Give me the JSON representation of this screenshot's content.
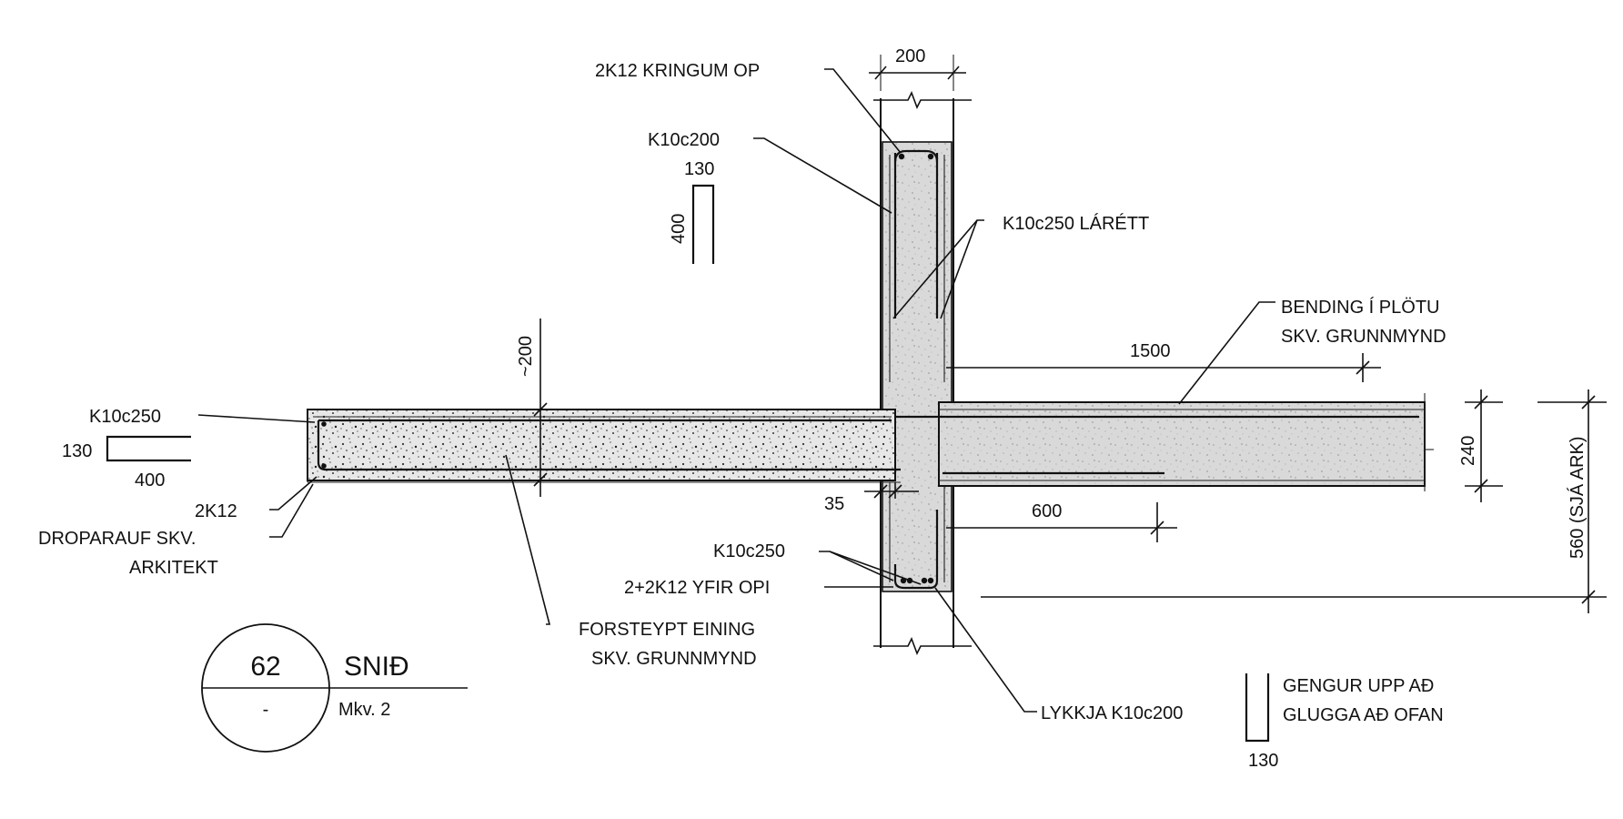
{
  "labels": {
    "kringum_op": "2K12 KRINGUM OP",
    "k10c200_top": "K10c200",
    "dim_130_top": "130",
    "dim_400_vert": "400",
    "larett": "K10c250 LÁRÉTT",
    "bending_1": "BENDING Í PLÖTU",
    "bending_2": "SKV. GRUNNMYND",
    "dim_200_top": "200",
    "dim_200_approx": "~200",
    "dim_1500": "1500",
    "k10c250_left": "K10c250",
    "dim_130_left": "130",
    "dim_400_left": "400",
    "dim_240": "240",
    "dim_560": "560 (SJÁ ARK)",
    "two_k12": "2K12",
    "droparauf_1": "DROPARAUF SKV.",
    "droparauf_2": "ARKITEKT",
    "dim_35": "35",
    "dim_600": "600",
    "k10c250_bottom": "K10c250",
    "yfir_opi": "2+2K12 YFIR OPI",
    "forsteypt_1": "FORSTEYPT EINING",
    "forsteypt_2": "SKV. GRUNNMYND",
    "lykkja": "LYKKJA K10c200",
    "gengur_1": "GENGUR UPP AÐ",
    "gengur_2": "GLUGGA AÐ OFAN",
    "dim_130_bottom": "130"
  },
  "section_mark": {
    "number": "62",
    "sheet": "-",
    "title": "SNIÐ",
    "scale": "Mkv. 2"
  }
}
